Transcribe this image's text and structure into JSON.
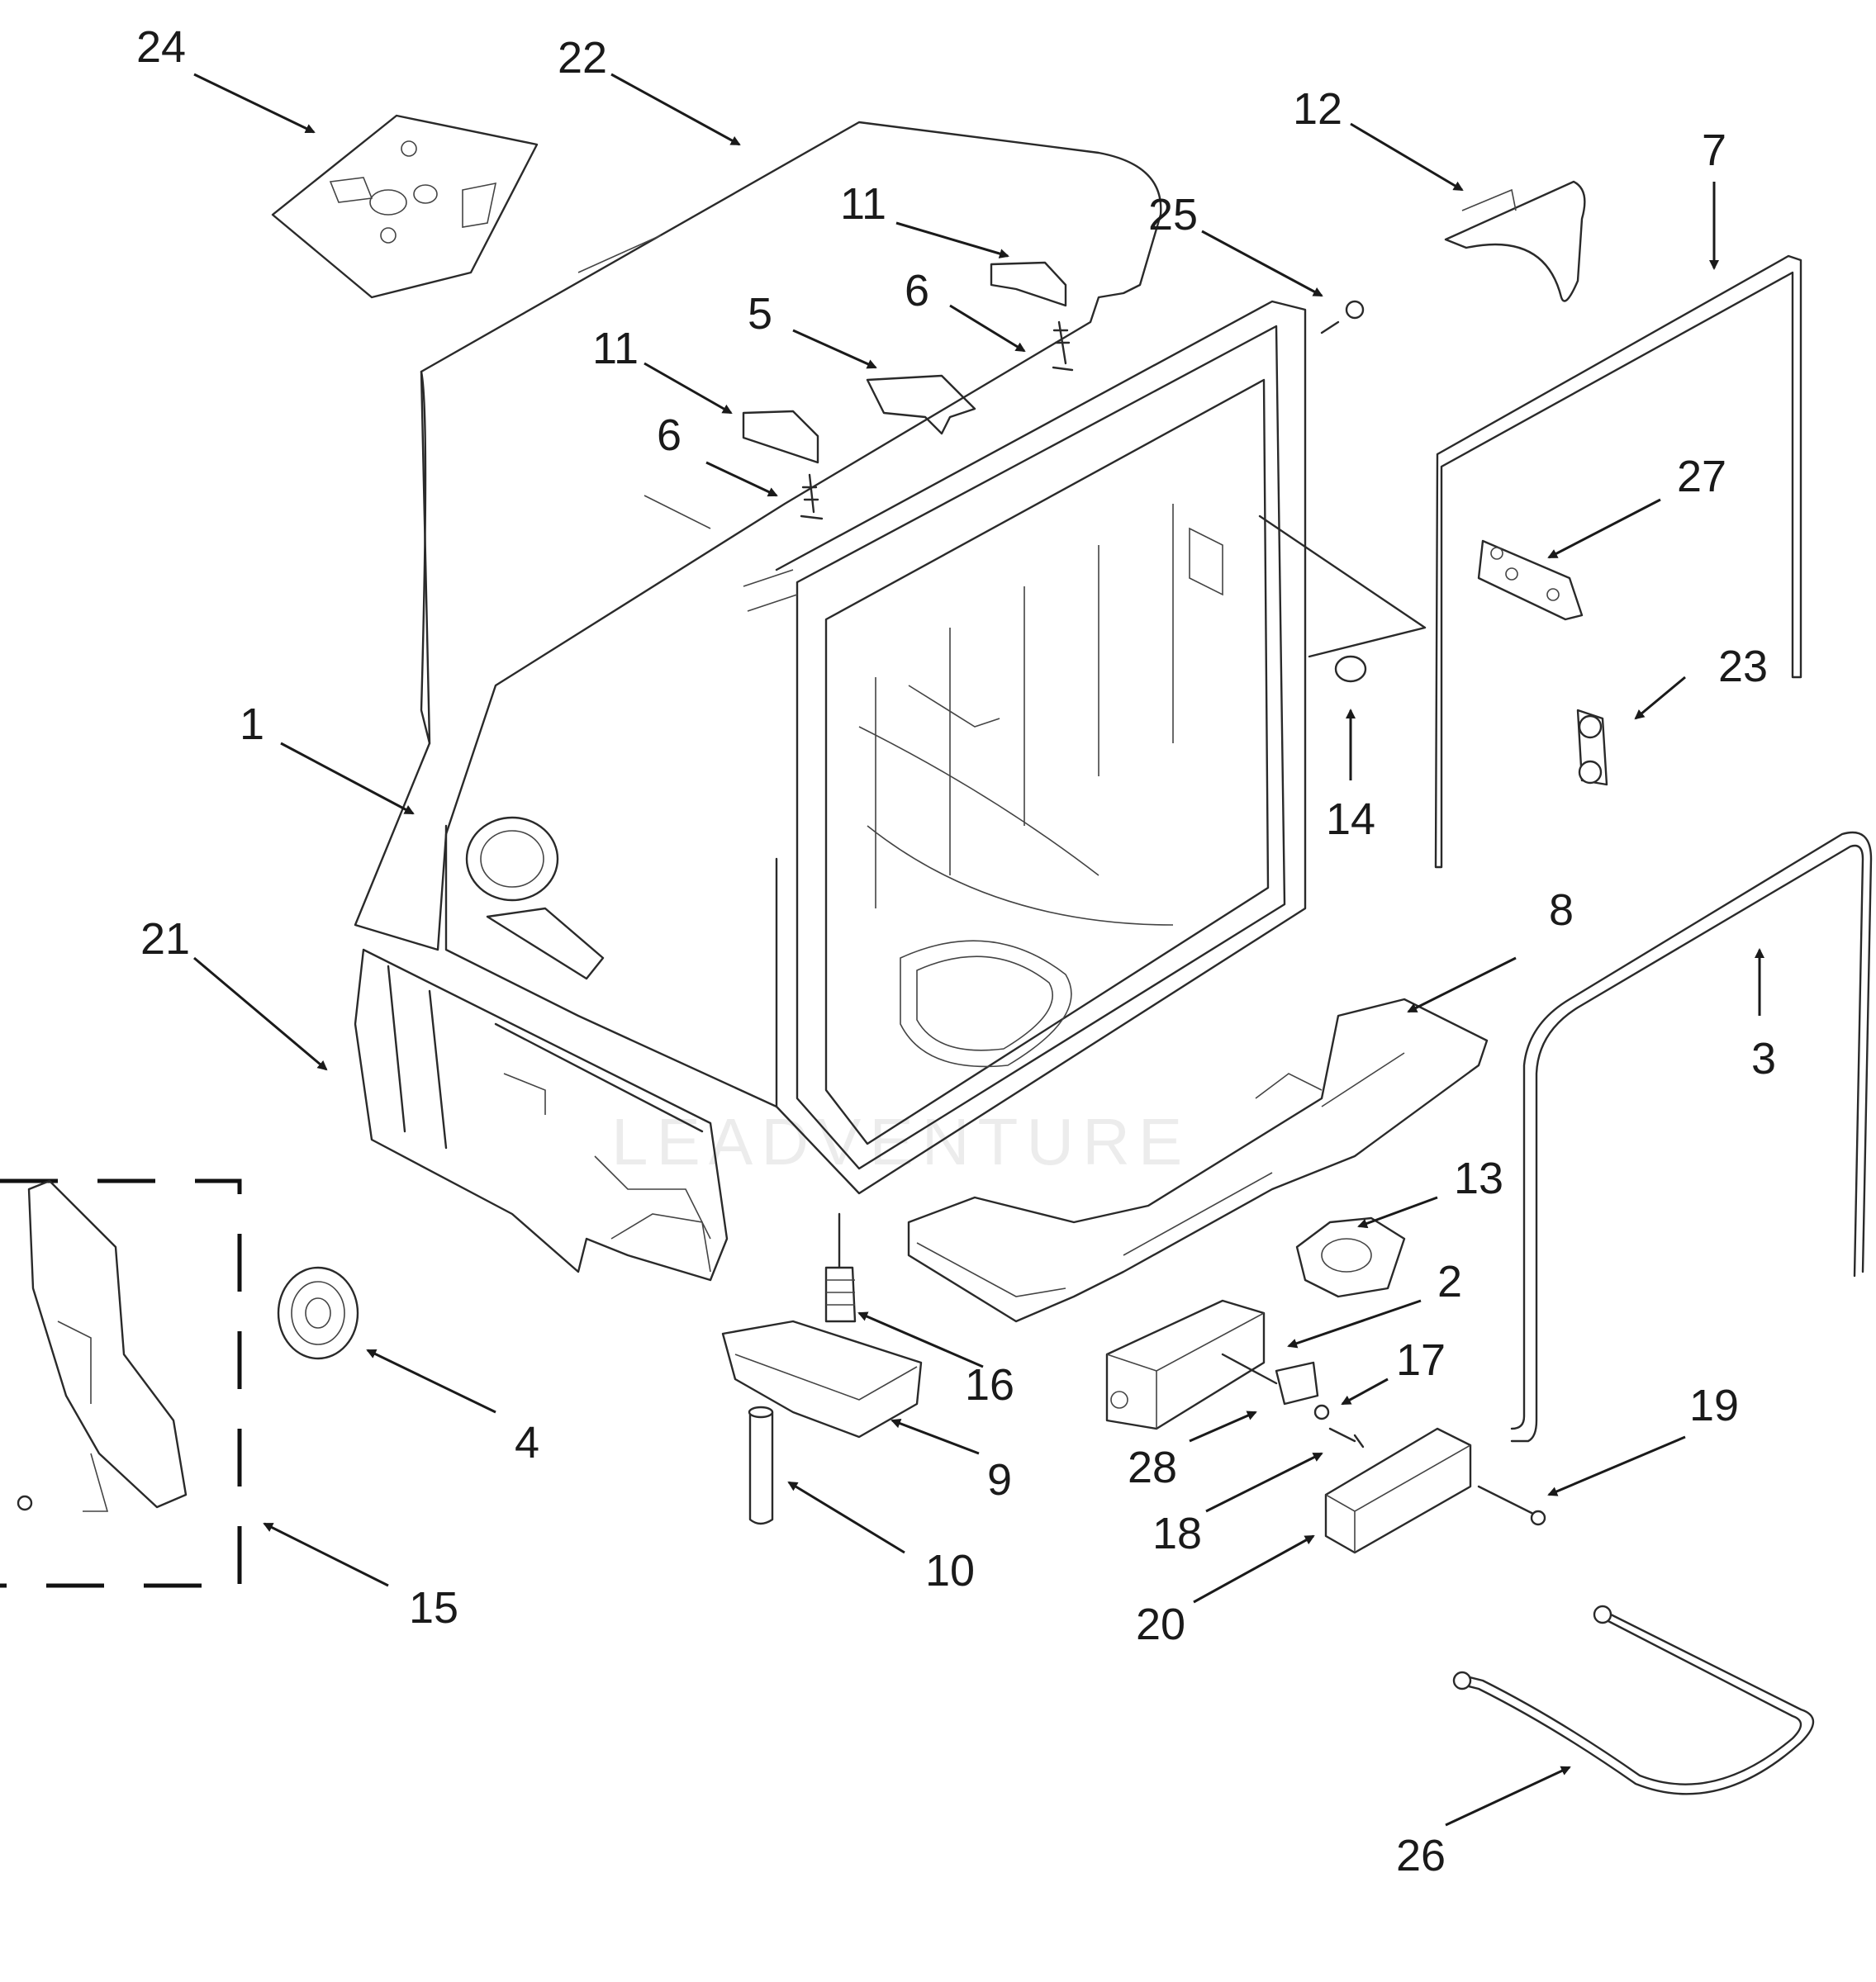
{
  "callouts": {
    "c1": "1",
    "c2": "2",
    "c3": "3",
    "c4": "4",
    "c5": "5",
    "c6a": "6",
    "c6b": "6",
    "c7": "7",
    "c8": "8",
    "c9": "9",
    "c10": "10",
    "c11a": "11",
    "c11b": "11",
    "c12": "12",
    "c13": "13",
    "c14": "14",
    "c15": "15",
    "c16": "16",
    "c17": "17",
    "c18": "18",
    "c19": "19",
    "c20": "20",
    "c21": "21",
    "c22": "22",
    "c23": "23",
    "c24": "24",
    "c25": "25",
    "c26": "26",
    "c27": "27",
    "c28": "28"
  },
  "watermark": "LEADVENTURE",
  "colors": {
    "line": "#2a2a2a",
    "background": "#ffffff"
  }
}
